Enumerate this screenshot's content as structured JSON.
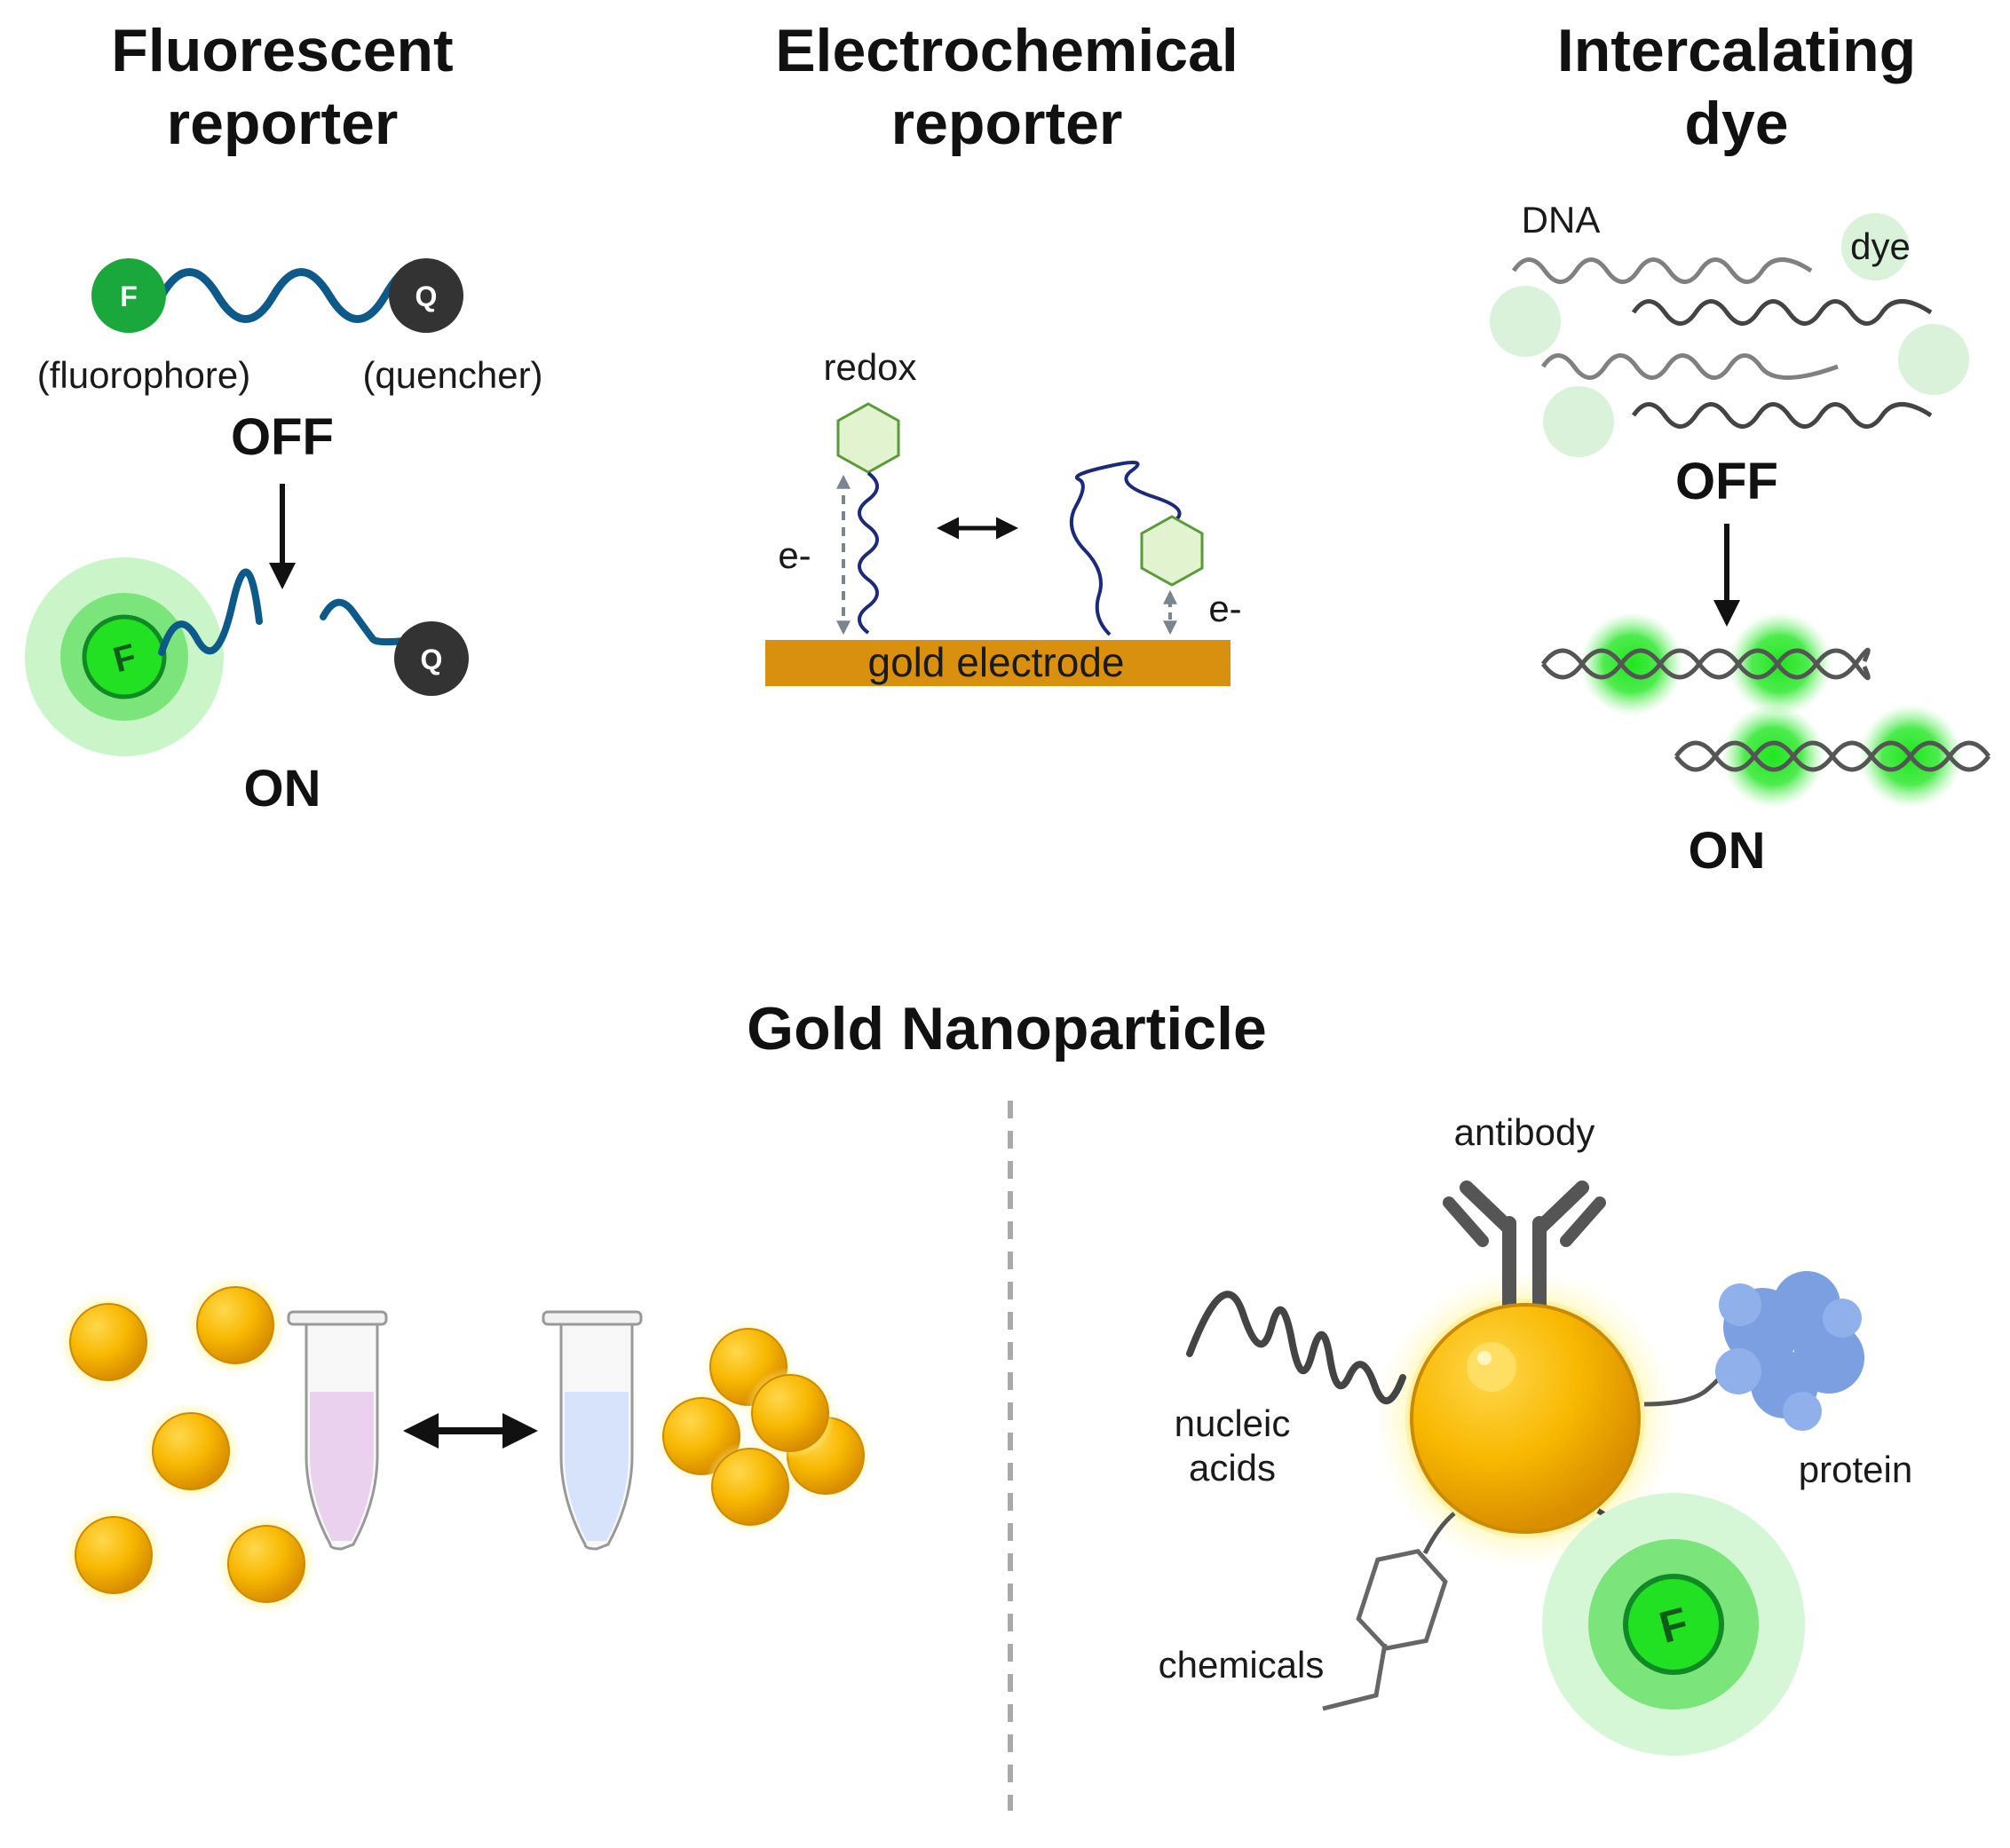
{
  "colors": {
    "fluorophore": "#1aa83c",
    "glow": "#33e033",
    "quencher": "#333333",
    "strand": "#0d5a8a",
    "gold": "#f5b300",
    "electrode": "#d9900f",
    "hexagon": "#e2f3d0",
    "pink_solution": "#ead2ee",
    "blue_solution": "#d6e3fb",
    "protein": "#7b9fe0"
  },
  "fluorescent": {
    "title_line1": "Fluorescent",
    "title_line2": "reporter",
    "fluorophore_letter": "F",
    "quencher_letter": "Q",
    "fluorophore_label": "(fluorophore)",
    "quencher_label": "(quencher)",
    "off_label": "OFF",
    "on_label": "ON"
  },
  "electrochemical": {
    "title_line1": "Electrochemical",
    "title_line2": "reporter",
    "redox_label": "redox",
    "electron_left": "e-",
    "electron_right": "e-",
    "electrode_label": "gold electrode"
  },
  "intercalating": {
    "title_line1": "Intercalating",
    "title_line2": "dye",
    "dna_label": "DNA",
    "dye_label": "dye",
    "off_label": "OFF",
    "on_label": "ON"
  },
  "gold_nanoparticle": {
    "title": "Gold Nanoparticle",
    "antibody_label": "antibody",
    "nucleic_label_line1": "nucleic",
    "nucleic_label_line2": "acids",
    "protein_label": "protein",
    "chemicals_label": "chemicals",
    "fluorophore_letter": "F"
  }
}
